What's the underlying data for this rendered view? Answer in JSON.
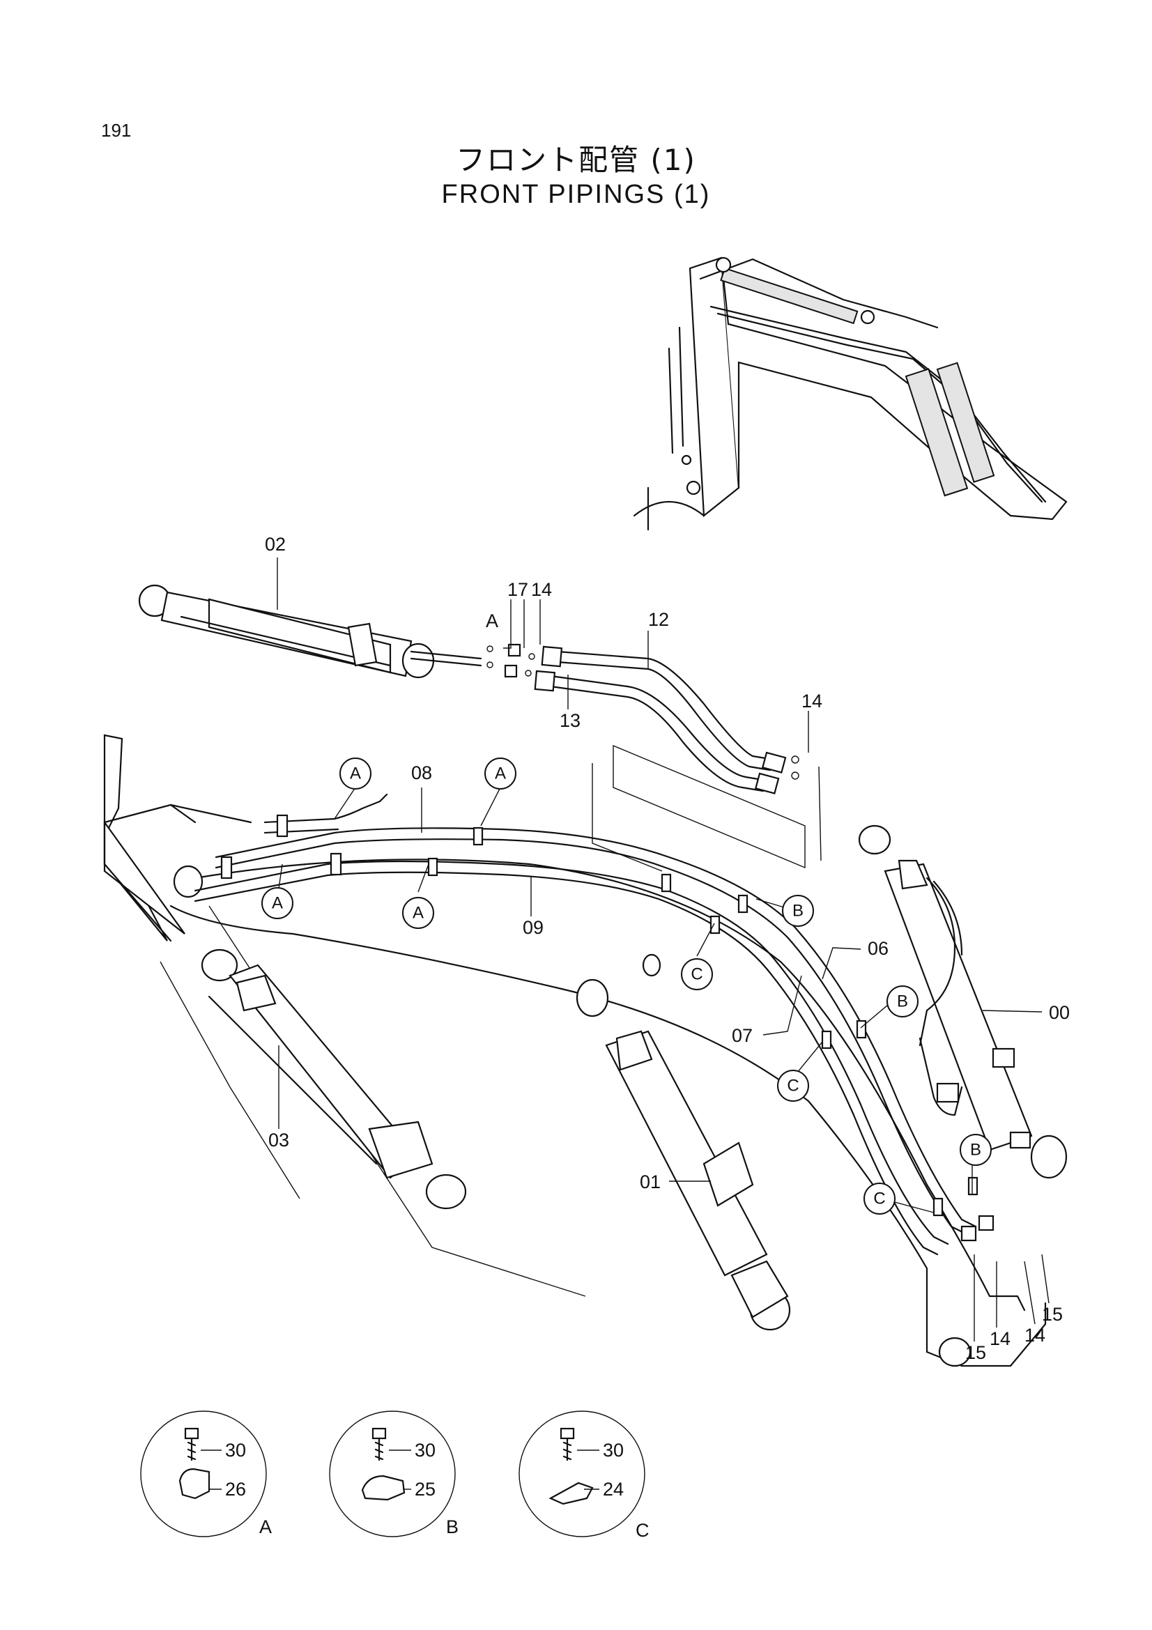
{
  "page_number": "191",
  "title_jp": "フロント配管 (1)",
  "title_en": "FRONT PIPINGS (1)",
  "part_labels": {
    "p00": "00",
    "p01": "01",
    "p02": "02",
    "p03": "03",
    "p06": "06",
    "p07": "07",
    "p08": "08",
    "p09": "09",
    "p12": "12",
    "p13": "13",
    "p14a": "14",
    "p14b": "14",
    "p14c": "14",
    "p14d": "14",
    "p15a": "15",
    "p15b": "15",
    "p17": "17",
    "pA": "A"
  },
  "callouts": {
    "a1": "A",
    "a2": "A",
    "a3": "A",
    "a4": "A",
    "b1": "B",
    "b2": "B",
    "b3": "B",
    "c1": "C",
    "c2": "C",
    "c3": "C"
  },
  "details": {
    "A": {
      "view_label": "A",
      "bolt": "30",
      "clamp": "26"
    },
    "B": {
      "view_label": "B",
      "bolt": "30",
      "clamp": "25"
    },
    "C": {
      "view_label": "C",
      "bolt": "30",
      "clamp": "24"
    }
  }
}
